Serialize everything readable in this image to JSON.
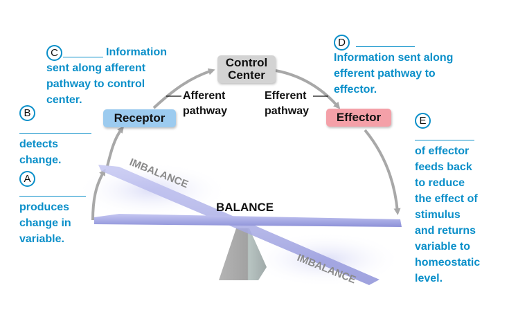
{
  "labels": {
    "C": {
      "letter": "C",
      "text_line1": "Information",
      "text_rest": [
        "sent along afferent",
        "pathway to control",
        "center."
      ]
    },
    "B": {
      "letter": "B",
      "text": [
        "detects",
        "change."
      ]
    },
    "A": {
      "letter": "A",
      "text": [
        "produces",
        "change in",
        "variable."
      ]
    },
    "D": {
      "letter": "D",
      "text": [
        "Information sent along",
        "efferent pathway to",
        "effector."
      ]
    },
    "E": {
      "letter": "E",
      "text": [
        "of effector",
        "feeds back",
        "to reduce",
        "the effect of",
        "stimulus",
        "and returns",
        "variable to",
        "homeostatic",
        "level."
      ]
    }
  },
  "boxes": {
    "control_center": [
      "Control",
      "Center"
    ],
    "receptor": "Receptor",
    "effector": "Effector"
  },
  "pathways": {
    "afferent": [
      "Afferent",
      "pathway"
    ],
    "efferent": [
      "Efferent",
      "pathway"
    ]
  },
  "seesaw": {
    "balance": "BALANCE",
    "imbalance_top": "IMBALANCE",
    "imbalance_bottom": "IMBALANCE"
  },
  "colors": {
    "label_blue": "#0a8fc9",
    "receptor_fill": "#9ccbef",
    "effector_fill": "#f4a0a8",
    "control_fill": "#d3d3d3",
    "beam": "#9c9fe0",
    "arrow": "#a8a8a8"
  }
}
